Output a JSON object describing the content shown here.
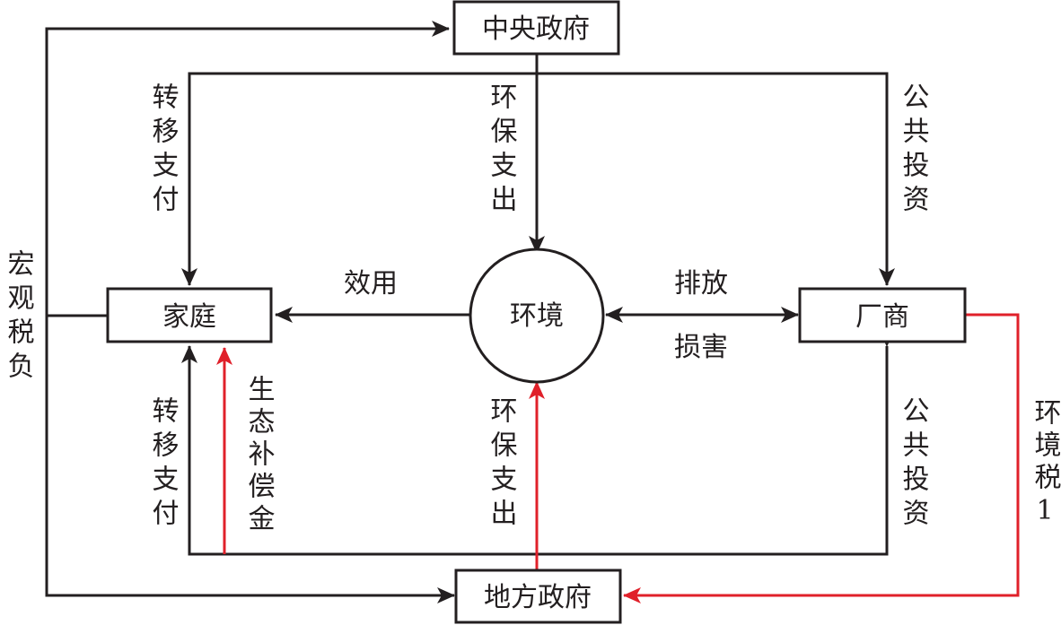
{
  "nodes": {
    "central": "中央政府",
    "local": "地方政府",
    "household": "家庭",
    "firm": "厂商",
    "environment": "环境"
  },
  "edges": {
    "macro_tax": "宏观税负",
    "transfer_top": "转移支付",
    "env_spend_top": "环保支出",
    "public_invest_top": "公共投资",
    "utility": "效用",
    "emission": "排放",
    "damage": "损害",
    "transfer_bottom": "转移支付",
    "eco_comp": "生态补偿金",
    "env_spend_bottom": "环保支出",
    "public_invest_bottom": "公共投资",
    "env_tax": "环境税1"
  },
  "colors": {
    "line": "#231f20",
    "highlight": "#e0202a"
  }
}
